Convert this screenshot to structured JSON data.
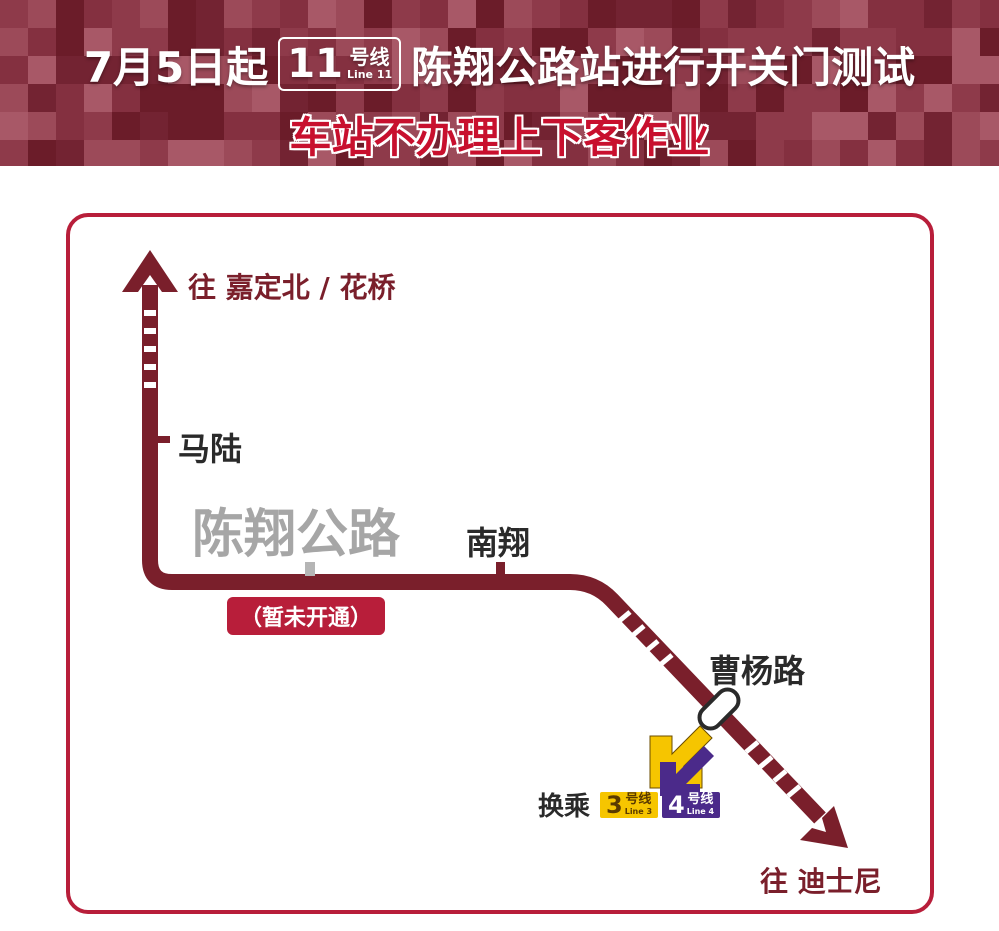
{
  "header": {
    "date_text": "7月5日起",
    "line_number": "11",
    "line_hao": "号线",
    "line_en": "Line 11",
    "title_text": "陈翔公路站进行开关门测试",
    "subtitle": "车站不办理上下客作业",
    "bg_color": "#7a2331"
  },
  "map": {
    "direction_north": "往 嘉定北 / 花桥",
    "direction_south": "往 迪士尼",
    "stations": {
      "malu": "马陆",
      "chenxiang": "陈翔公路",
      "nanxiang": "南翔",
      "caoyang": "曹杨路"
    },
    "closed_note": "（暂未开通）",
    "transfer_label": "换乘",
    "transfer_lines": [
      {
        "num": "3",
        "hao": "号线",
        "en": "Line 3",
        "color": "#f6c500"
      },
      {
        "num": "4",
        "hao": "号线",
        "en": "Line 4",
        "color": "#4b2a8a"
      }
    ],
    "line_color": "#7a1f2b",
    "frame_color": "#b81e3a"
  }
}
